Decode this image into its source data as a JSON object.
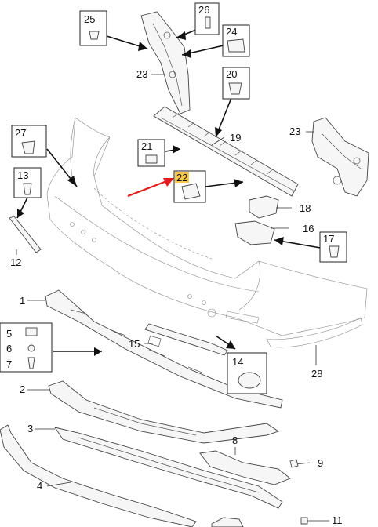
{
  "callouts": {
    "c1": "1",
    "c2": "2",
    "c3": "3",
    "c4": "4",
    "c5": "5",
    "c6": "6",
    "c7": "7",
    "c8": "8",
    "c9": "9",
    "c11": "11",
    "c12": "12",
    "c13": "13",
    "c14": "14",
    "c15": "15",
    "c16": "16",
    "c17": "17",
    "c18": "18",
    "c19": "19",
    "c20": "20",
    "c21": "21",
    "c22": "22",
    "c23a": "23",
    "c23b": "23",
    "c24": "24",
    "c25": "25",
    "c26": "26",
    "c27": "27",
    "c28": "28"
  },
  "colors": {
    "highlight_22": "#f7c948",
    "arrow_red": "#e41b1b"
  }
}
